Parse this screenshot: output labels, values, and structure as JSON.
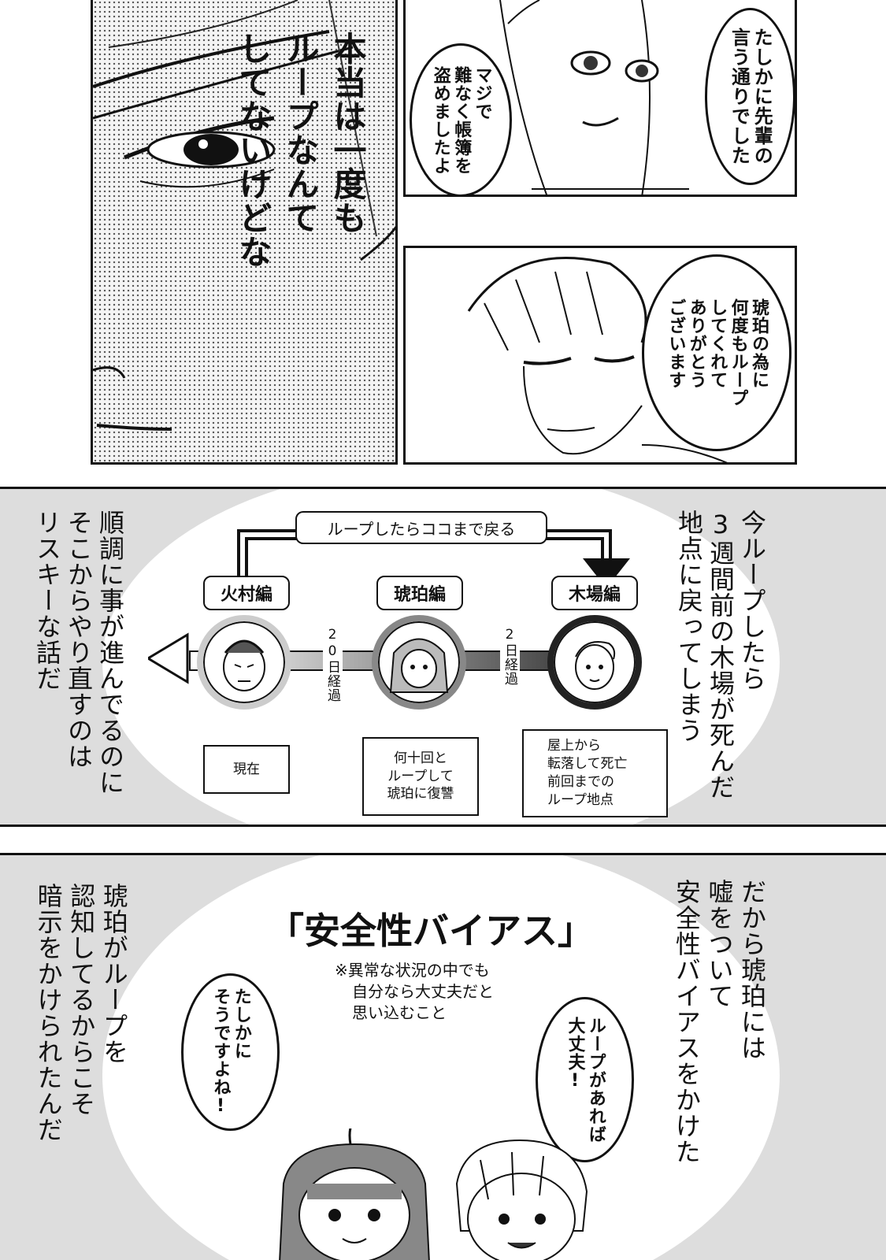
{
  "panel1": {
    "monologue_1": "本当は一度も",
    "monologue_2": "ループなんて",
    "monologue_3": "してないけどな"
  },
  "panel2": {
    "bubble_right": "たしかに先輩の\n言う通りでした",
    "bubble_left": "マジで\n難なく帳簿を\n盗めましたよ"
  },
  "panel3": {
    "bubble": "琥珀の為に\n何度もループ\nしてくれて\nありがとう\nございます"
  },
  "panel4": {
    "narration_right": "今ループしたら\n3週間前の木場が死んだ\n地点に戻ってしまう",
    "narration_left": "順調に事が進んでるのに\nそこからやり直すのは\nリスキーな話だ",
    "diagram": {
      "loop_label": "ループしたらココまで戻る",
      "nodes": [
        {
          "title": "火村編",
          "note": "現在"
        },
        {
          "title": "琥珀編",
          "note": "何十回と\nループして\n琥珀に復讐"
        },
        {
          "title": "木場編",
          "note": "屋上から\n転落して死亡\n前回までの\nループ地点"
        }
      ],
      "interval_left": "20日経過",
      "interval_right": "2日経過"
    }
  },
  "panel5": {
    "title": "「安全性バイアス」",
    "footnote_1": "※異常な状況の中でも",
    "footnote_2": "自分なら大丈夫だと",
    "footnote_3": "思い込むこと",
    "narration_right": "だから琥珀には\n嘘をついて\n安全性バイアスをかけた",
    "narration_left": "琥珀がループを\n認知してるからこそ\n暗示をかけられたんだ",
    "bubble_right": "ループがあれば\n大丈夫!",
    "bubble_left": "たしかに\nそうですよね!"
  }
}
